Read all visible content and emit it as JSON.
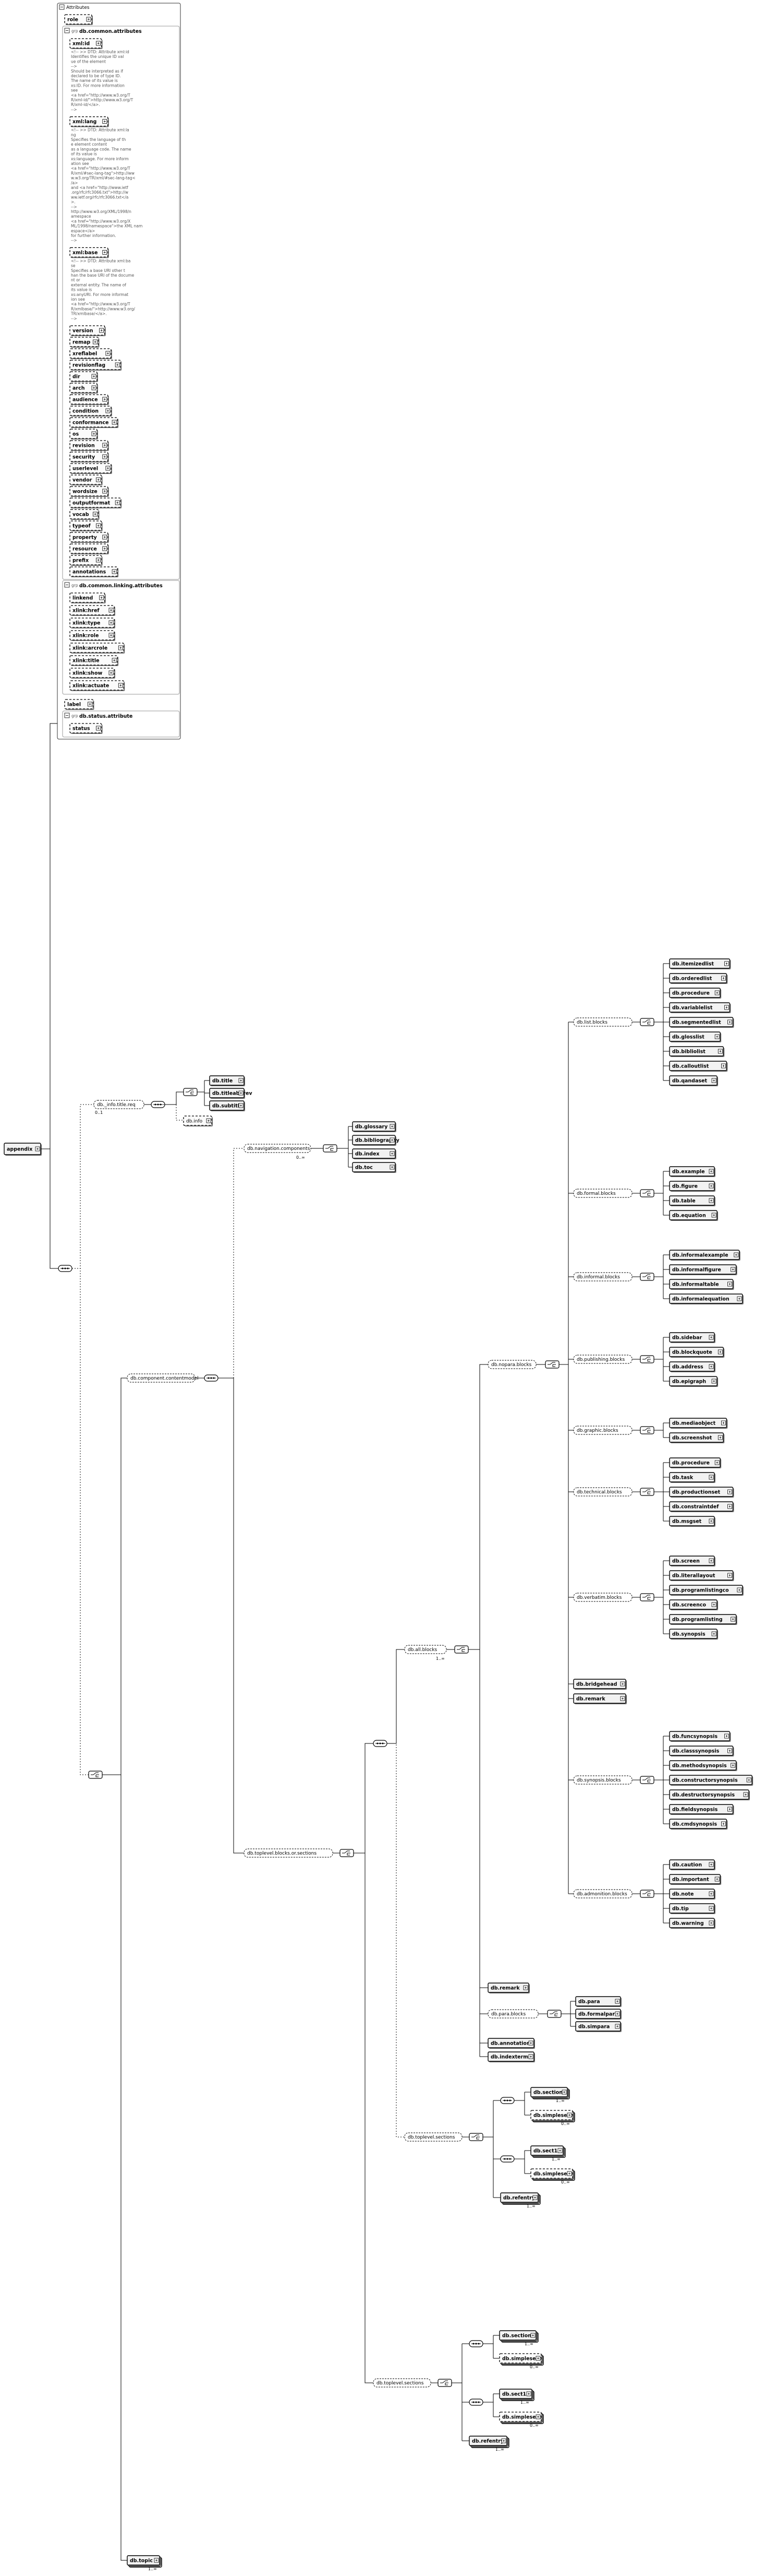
{
  "root": {
    "name": "appendix"
  },
  "attributes": {
    "title": "Attributes",
    "direct": [
      "role"
    ],
    "groups": [
      {
        "name": "db.common.attributes",
        "items": [
          {
            "name": "xml:id",
            "doc": "<!--  >> DTD: Attribute xml:id\n  Identifies the unique ID value of the element\n  -->\n  Should be interpreted as if declared to be of type ID.\n  The name of its value is\n  xs:ID. For more information see\n  <a href=\"http://www.w3.org/TR/xml-id/\">http://www.w3.org/TR/xml-id/</a>.\n  -->"
          },
          {
            "name": "xml:lang",
            "doc": "<!--  >> DTD: Attribute xml:lang\n  Specifies the language of the element content\n  as a language code. The name of its value is\n  xs:language. For more information see\n  <a href=\"http://www.w3.org/TR/xml/#sec-lang-tag\">http://www.w3.org/TR/xml/#sec-lang-tag</a>\n  and <a href=\"http://www.ietf.org/rfc/rfc3066.txt\">http://www.ietf.org/rfc/rfc3066.txt</a>.\n  -->\n  http://www.w3.org/XML/1998/namespace\n  <a href=\"http://www.w3.org/XML/1998/namespace\">the XML namespace</a>\n  for further information.\n  -->"
          },
          {
            "name": "xml:base",
            "doc": "<!--  >> DTD: Attribute xml:base\n  Specifies a base URI other than the base URI of the document or\n  external entity. The name of its value is\n  xs:anyURI. For more information see\n  <a href=\"http://www.w3.org/TR/xmlbase/\">http://www.w3.org/TR/xmlbase/</a>.\n  -->"
          },
          {
            "name": "version",
            "doc": ""
          },
          {
            "name": "remap",
            "doc": ""
          },
          {
            "name": "xreflabel",
            "doc": ""
          },
          {
            "name": "revisionflag",
            "doc": ""
          },
          {
            "name": "dir",
            "doc": ""
          },
          {
            "name": "arch",
            "doc": ""
          },
          {
            "name": "audience",
            "doc": ""
          },
          {
            "name": "condition",
            "doc": ""
          },
          {
            "name": "conformance",
            "doc": ""
          },
          {
            "name": "os",
            "doc": ""
          },
          {
            "name": "revision",
            "doc": ""
          },
          {
            "name": "security",
            "doc": ""
          },
          {
            "name": "userlevel",
            "doc": ""
          },
          {
            "name": "vendor",
            "doc": ""
          },
          {
            "name": "wordsize",
            "doc": ""
          },
          {
            "name": "outputformat",
            "doc": ""
          },
          {
            "name": "vocab",
            "doc": ""
          },
          {
            "name": "typeof",
            "doc": ""
          },
          {
            "name": "property",
            "doc": ""
          },
          {
            "name": "resource",
            "doc": ""
          },
          {
            "name": "prefix",
            "doc": ""
          },
          {
            "name": "annotations",
            "doc": ""
          }
        ]
      },
      {
        "name": "db.common.linking.attributes",
        "items": [
          {
            "name": "linkend"
          },
          {
            "name": "xlink:href"
          },
          {
            "name": "xlink:type"
          },
          {
            "name": "xlink:role"
          },
          {
            "name": "xlink:arcrole"
          },
          {
            "name": "xlink:title"
          },
          {
            "name": "xlink:show"
          },
          {
            "name": "xlink:actuate"
          }
        ]
      }
    ],
    "direct_after": [
      "label"
    ],
    "group_last": {
      "name": "db.status.attribute",
      "items": [
        "status"
      ]
    }
  },
  "info": {
    "group": "db._info.title.req",
    "occ": "0..1",
    "titles": [
      "db.title",
      "db.titleabbrev",
      "db.subtitle"
    ],
    "alt": "db.info"
  },
  "content": {
    "nav": {
      "group": "db.navigation.components",
      "occ": "0..∞",
      "items": [
        "db.glossary",
        "db.bibliography",
        "db.index",
        "db.toc"
      ]
    },
    "comp": {
      "group": "db.component.contentmodel"
    },
    "toplevel": {
      "group": "db.toplevel.blocks.or.sections",
      "all": {
        "group": "db.all.blocks",
        "occ": "1..∞"
      },
      "all_blocks": {
        "group": "db.nopara.blocks",
        "categories": [
          {
            "name": "db.list.blocks",
            "items": [
              "db.itemizedlist",
              "db.orderedlist",
              "db.procedure",
              "db.variablelist",
              "db.segmentedlist",
              "db.glosslist",
              "db.bibliolist",
              "db.calloutlist",
              "db.qandaset"
            ]
          },
          {
            "name": "db.formal.blocks",
            "items": [
              "db.example",
              "db.figure",
              "db.table",
              "db.equation"
            ]
          },
          {
            "name": "db.informal.blocks",
            "items": [
              "db.informalexample",
              "db.informalfigure",
              "db.informaltable",
              "db.informalequation"
            ]
          },
          {
            "name": "db.publishing.blocks",
            "items": [
              "db.sidebar",
              "db.blockquote",
              "db.address",
              "db.epigraph"
            ]
          },
          {
            "name": "db.graphic.blocks",
            "items": [
              "db.mediaobject",
              "db.screenshot"
            ]
          },
          {
            "name": "db.technical.blocks",
            "items": [
              "db.procedure",
              "db.task",
              "db.productionset",
              "db.constraintdef",
              "db.msgset"
            ]
          },
          {
            "name": "db.verbatim.blocks",
            "items": [
              "db.screen",
              "db.literallayout",
              "db.programlistingco",
              "db.screenco",
              "db.programlisting",
              "db.synopsis"
            ]
          },
          {
            "name": "db.bridgehead",
            "items": []
          },
          {
            "name": "db.remark",
            "items": []
          },
          {
            "name": "db.synopsis.blocks",
            "items": [
              "db.funcsynopsis",
              "db.classsynopsis",
              "db.methodsynopsis",
              "db.constructorsynopsis",
              "db.destructorsynopsis",
              "db.fieldsynopsis",
              "db.cmdsynopsis"
            ]
          },
          {
            "name": "db.admonition.blocks",
            "items": [
              "db.caution",
              "db.important",
              "db.note",
              "db.tip",
              "db.warning"
            ]
          }
        ],
        "extra_remark": "db.remark",
        "para": {
          "name": "db.para.blocks",
          "items": [
            "db.para",
            "db.formalpara",
            "db.simpara"
          ]
        },
        "tail": [
          "db.annotation",
          "db.indexterm"
        ]
      },
      "sections_a": {
        "group": "db.toplevel.sections",
        "seq1": [
          {
            "name": "db.section",
            "occ": "1..∞"
          },
          {
            "name": "db.simplesect",
            "occ": "0..∞"
          }
        ],
        "seq2": [
          {
            "name": "db.sect1",
            "occ": "1..∞"
          },
          {
            "name": "db.simplesect",
            "occ": "0..∞"
          }
        ],
        "refentry": {
          "name": "db.refentry",
          "occ": "1..∞"
        }
      },
      "sections_b": {
        "group": "db.toplevel.sections",
        "seq1": [
          {
            "name": "db.section",
            "occ": "1..∞"
          },
          {
            "name": "db.simplesect",
            "occ": "0..∞"
          }
        ],
        "seq2": [
          {
            "name": "db.sect1",
            "occ": "1..∞"
          },
          {
            "name": "db.simplesect",
            "occ": "0..∞"
          }
        ],
        "refentry": {
          "name": "db.refentry",
          "occ": "1..∞"
        }
      }
    },
    "topic": {
      "name": "db.topic",
      "occ": "1..∞"
    }
  }
}
